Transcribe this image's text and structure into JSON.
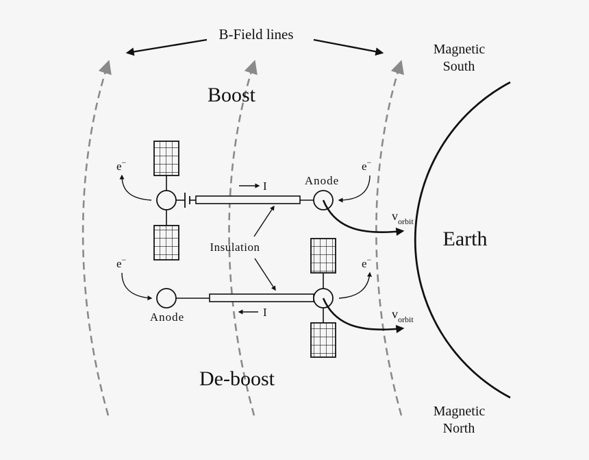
{
  "labels": {
    "b_field_lines": "B-Field lines",
    "magnetic_south": [
      "Magnetic",
      "South"
    ],
    "magnetic_north": [
      "Magnetic",
      "North"
    ],
    "boost": "Boost",
    "deboost": "De-boost",
    "earth": "Earth",
    "insulation": "Insulation",
    "anode": "Anode",
    "electron": "e",
    "electron_sup": "−",
    "current": "I",
    "velocity": "v",
    "velocity_sub": "orbit"
  },
  "colors": {
    "background": "#f6f6f6",
    "ink": "#111111",
    "field_lines": "#8a8a8a"
  }
}
